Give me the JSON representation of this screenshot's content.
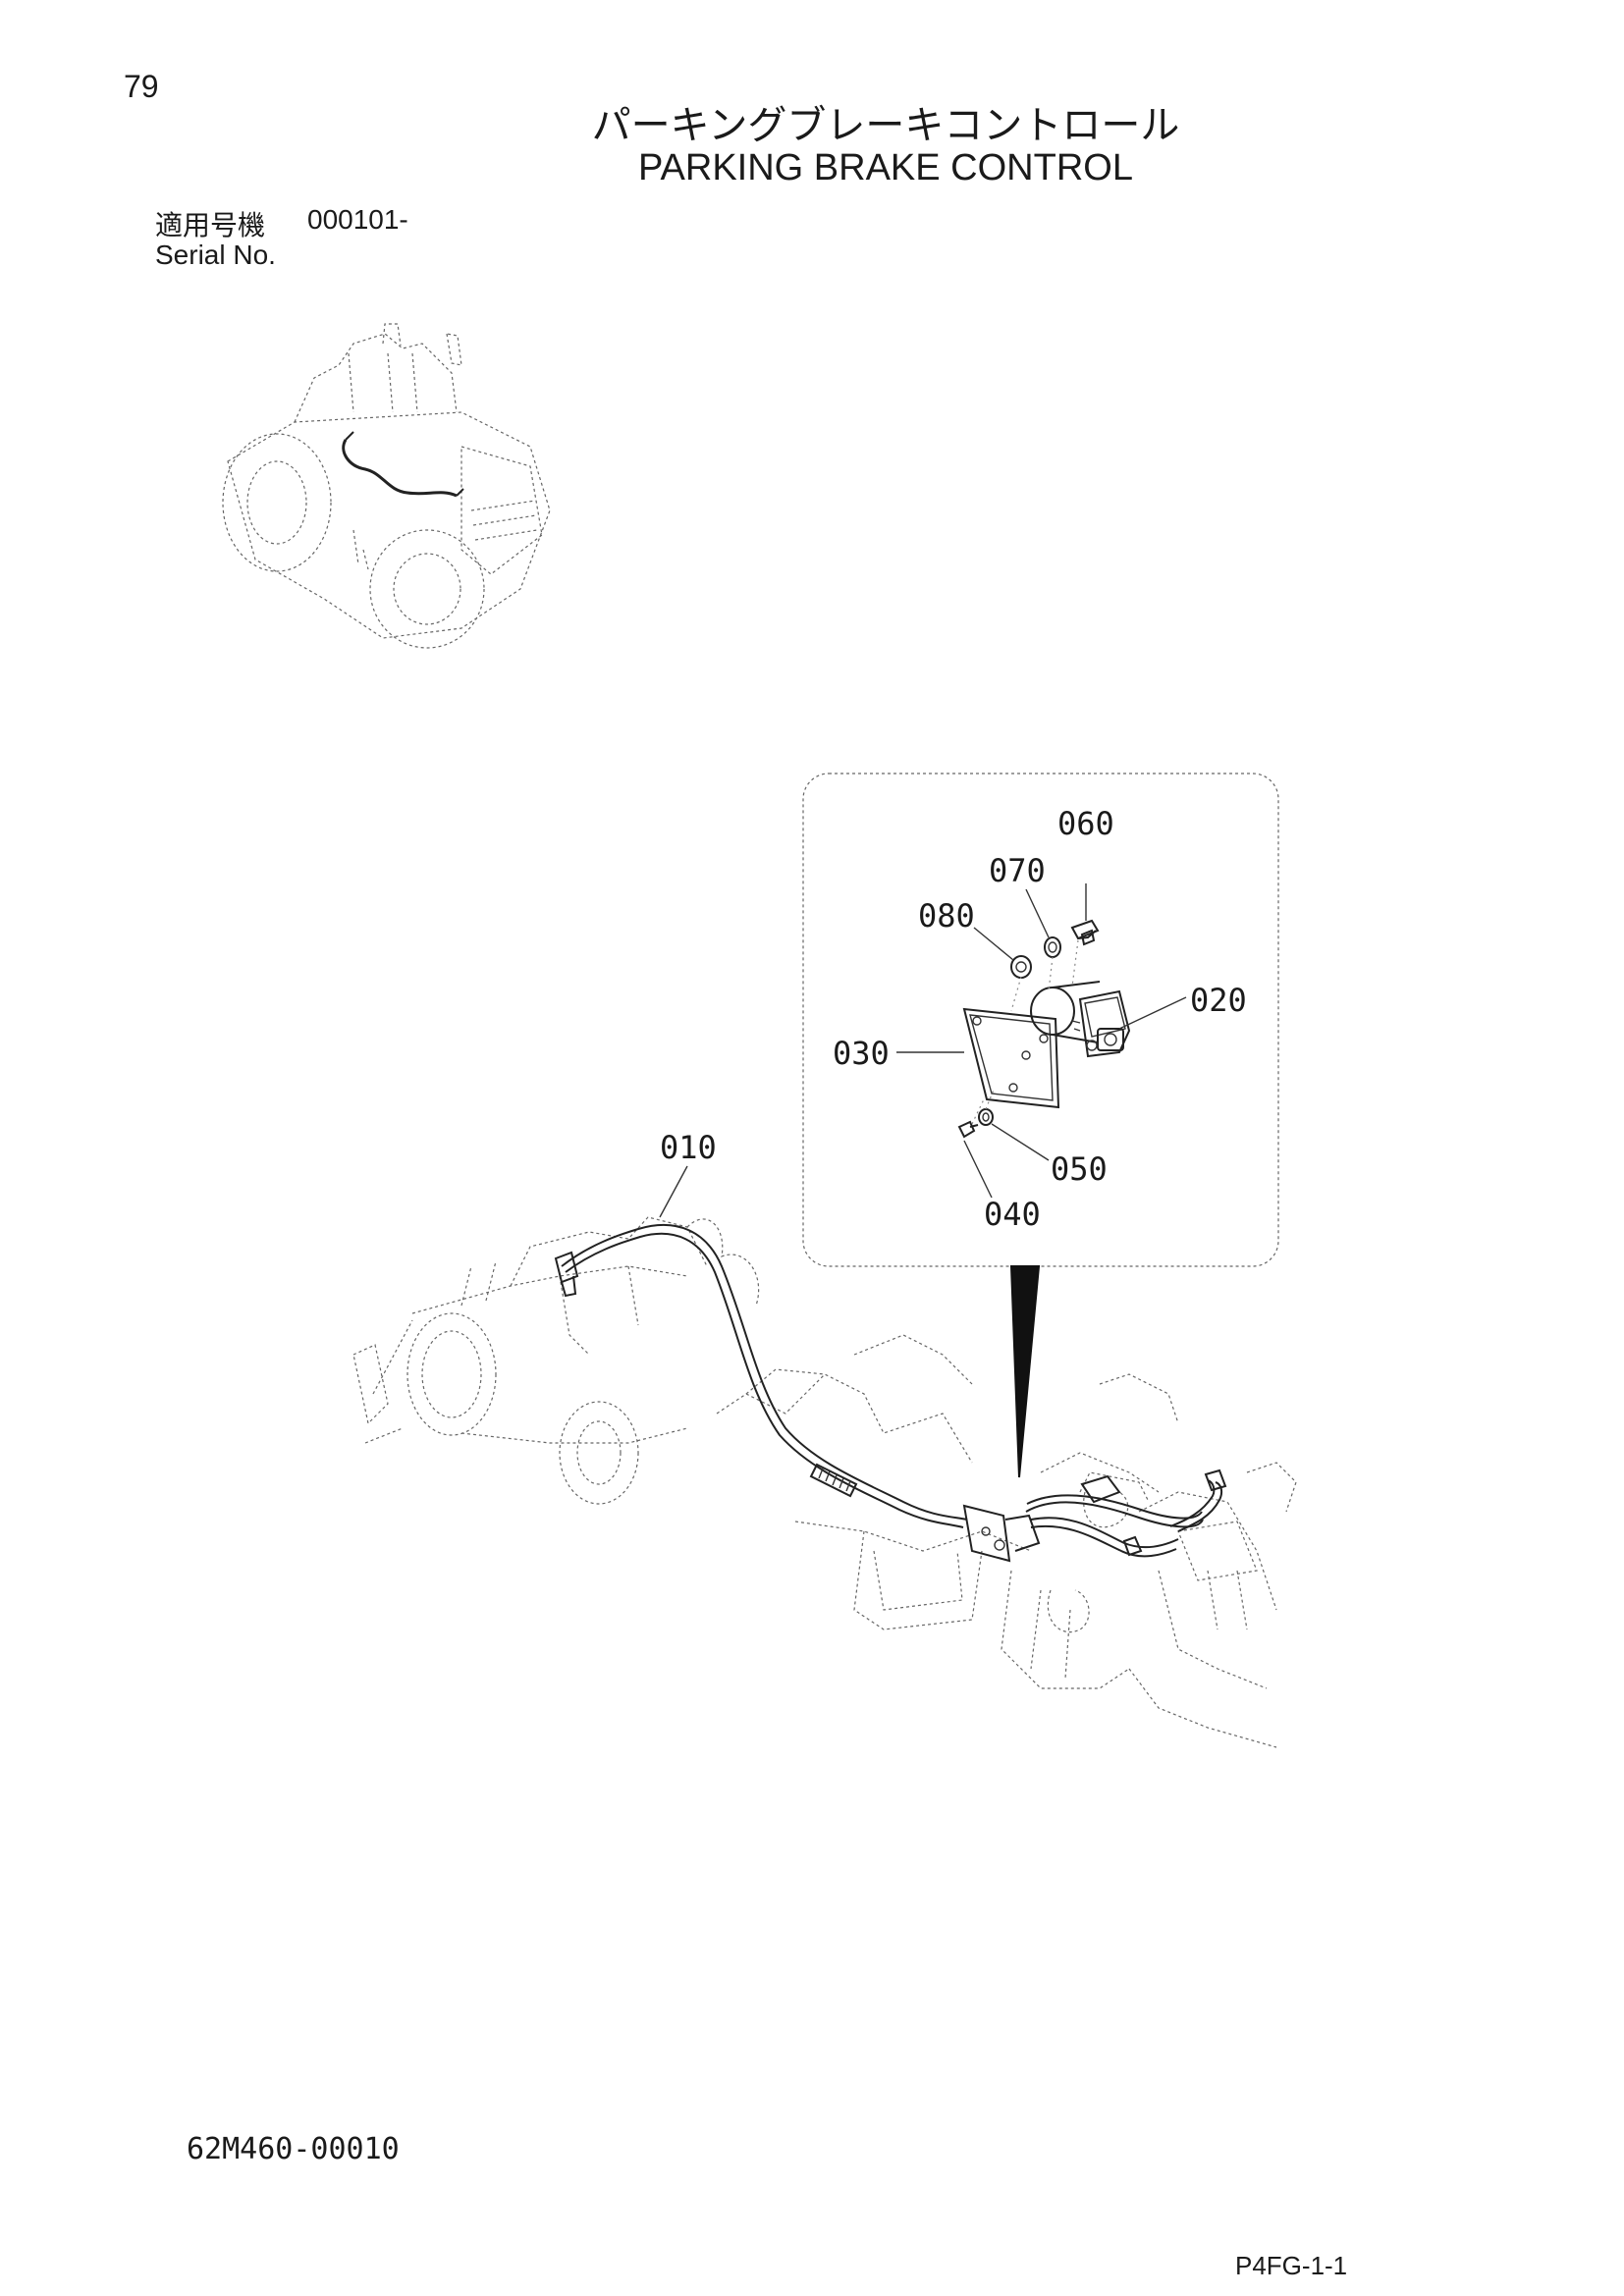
{
  "page_number": "79",
  "title": {
    "japanese": "パーキングブレーキコントロール",
    "english": "PARKING BRAKE CONTROL"
  },
  "serial": {
    "label_japanese": "適用号機",
    "value": "000101-",
    "label_english": "Serial No."
  },
  "callouts": {
    "p010": "010",
    "p020": "020",
    "p030": "030",
    "p040": "040",
    "p050": "050",
    "p060": "060",
    "p070": "070",
    "p080": "080"
  },
  "drawing_number": "62M460-00010",
  "page_code": "P4FG-1-1"
}
